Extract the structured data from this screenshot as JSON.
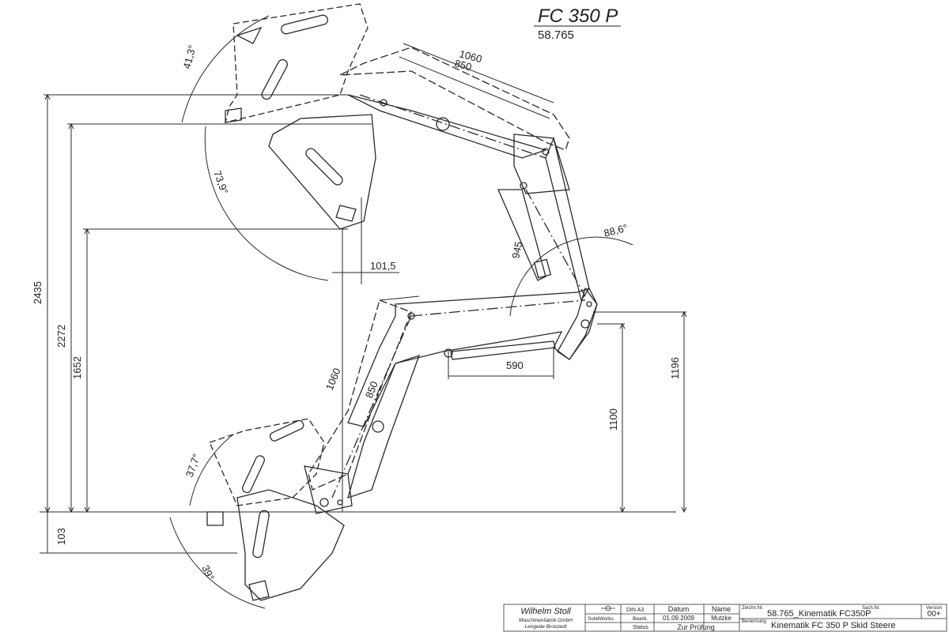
{
  "title": {
    "name": "FC 350 P",
    "number": "58.765"
  },
  "dimensions": {
    "d2435": "2435",
    "d2272": "2272",
    "d1652": "1652",
    "d103": "103",
    "d1060_top": "1060",
    "d850_top": "850",
    "d945": "945",
    "d1060_low": "1060",
    "d850_low": "850",
    "d590": "590",
    "d1100": "1100",
    "d1196": "1196",
    "d101_5": "101,5"
  },
  "angles": {
    "a41_3": "41,3°",
    "a73_9": "73,9°",
    "a88_6": "88,6°",
    "a37_7": "37,7°",
    "a39": "39°"
  },
  "title_block": {
    "company": "Wilhelm Stoll",
    "company_sub1": "Maschinenfabrik GmbH",
    "company_sub2": "Lengede  Broistedt",
    "format": "DIN A3",
    "solidworks": "SolidWorks",
    "bearb": "Bearb.",
    "status_label": "Status",
    "datum_label": "Datum",
    "datum_value": "01.09.2009",
    "status_value": "Zur Prüfung",
    "name_label": "Name",
    "name_value": "Mutzke",
    "zeichn_label": "Zeichn.Nr.",
    "zeichn_value": "58.765_Kinematik FC350P",
    "sach_label": "Sach.Nr.",
    "benennung_label": "Benennung",
    "benennung_value": "Kinematik FC 350 P Skid Steere",
    "version_label": "Version",
    "version_value": "00+"
  }
}
